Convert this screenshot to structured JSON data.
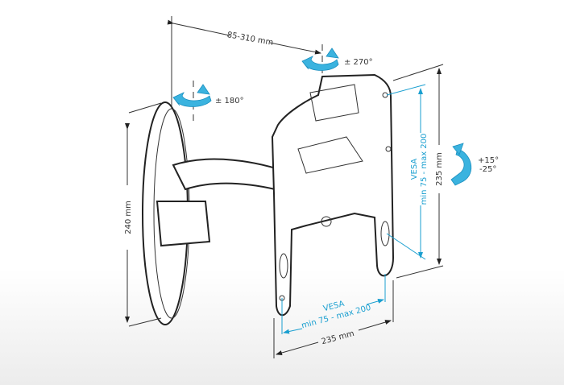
{
  "dimensions": {
    "arm_length": "85-310 mm",
    "wall_plate_height": "240 mm",
    "plate_width": "235 mm",
    "plate_height": "235 mm"
  },
  "vesa": {
    "horizontal_title": "VESA",
    "horizontal_range": "min 75 - max 200",
    "vertical_title": "VESA",
    "vertical_range": "min 75 - max 200"
  },
  "rotation": {
    "wall_swivel": "± 180°",
    "arm_swivel": "± 270°",
    "tilt_up": "+15°",
    "tilt_down": "-25°"
  },
  "colors": {
    "accent": "#1a9fd0",
    "line": "#333333"
  }
}
